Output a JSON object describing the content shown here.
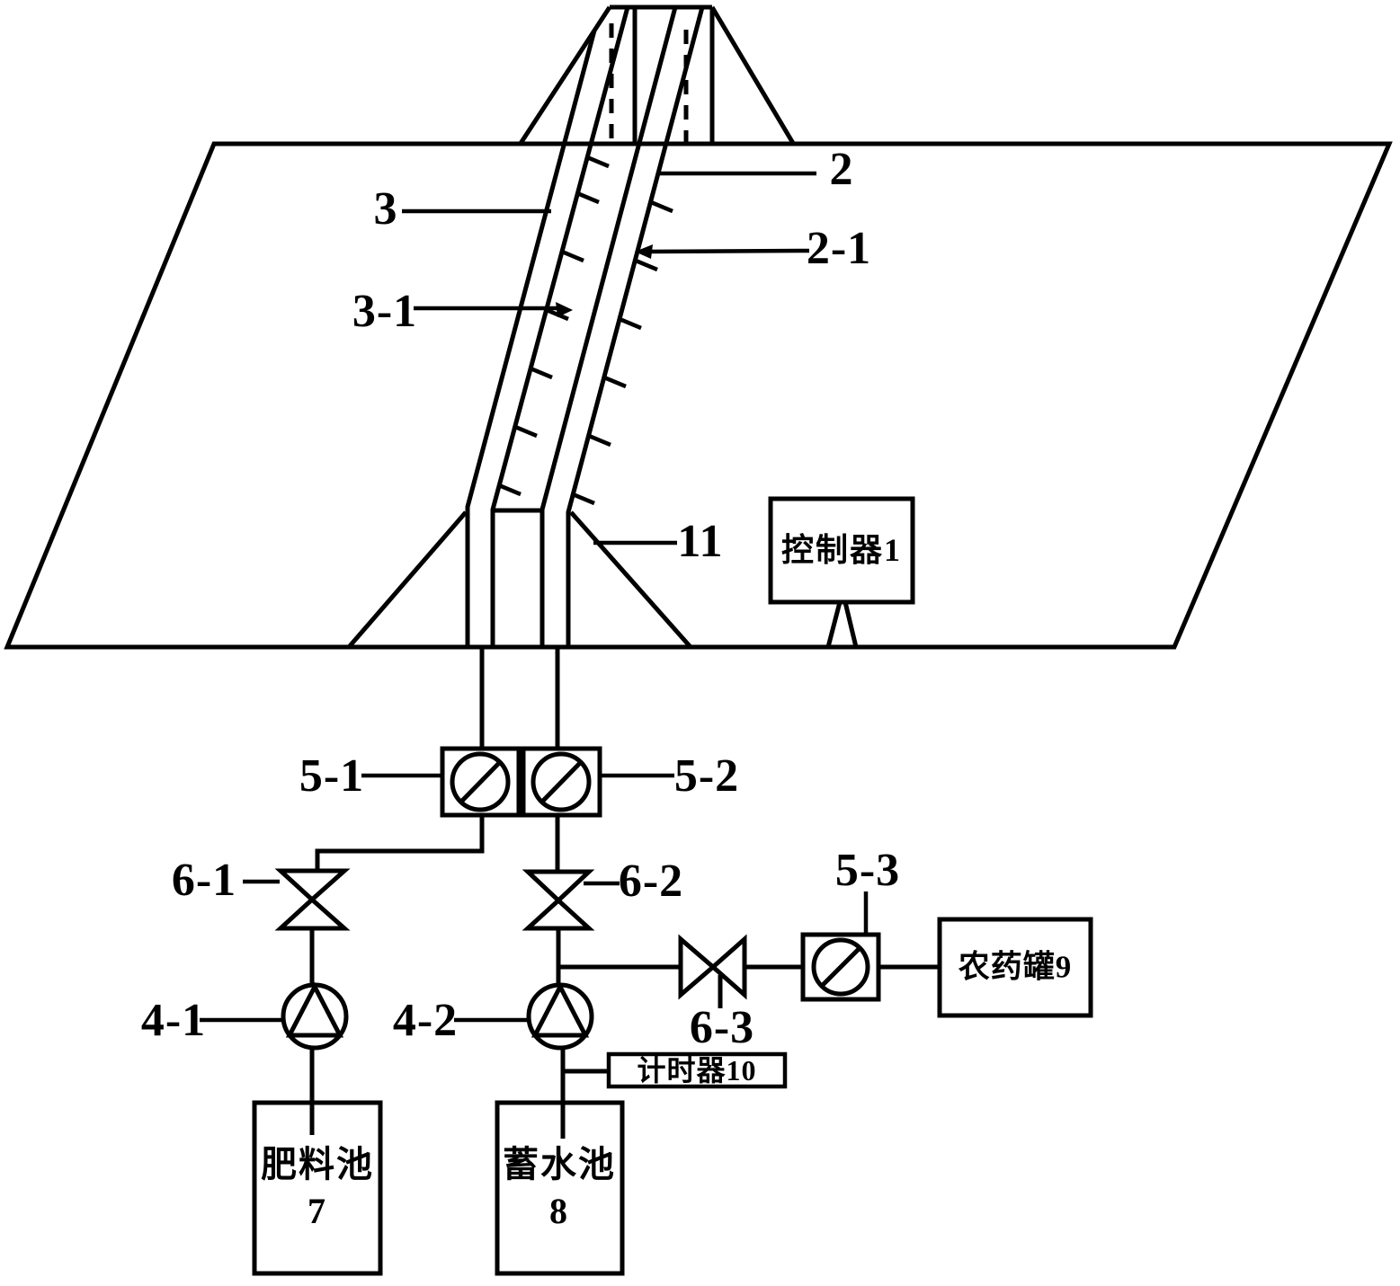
{
  "colors": {
    "ink": "#000000",
    "paper": "#ffffff"
  },
  "labels": {
    "pipe_left": "3",
    "emitter_left": "3-1",
    "pipe_right": "2",
    "emitter_right": "2-1",
    "ridge": "11",
    "meter_left": "5-1",
    "meter_right": "5-2",
    "meter_pesticide": "5-3",
    "valve_left": "6-1",
    "valve_right": "6-2",
    "valve_pesticide": "6-3",
    "pump_left": "4-1",
    "pump_right": "4-2"
  },
  "boxes": {
    "controller": "控制器1",
    "timer": "计时器10",
    "pesticide_tank": "农药罐9",
    "fertilizer_tank_name": "肥料池",
    "fertilizer_tank_num": "7",
    "water_tank_name": "蓄水池",
    "water_tank_num": "8"
  }
}
